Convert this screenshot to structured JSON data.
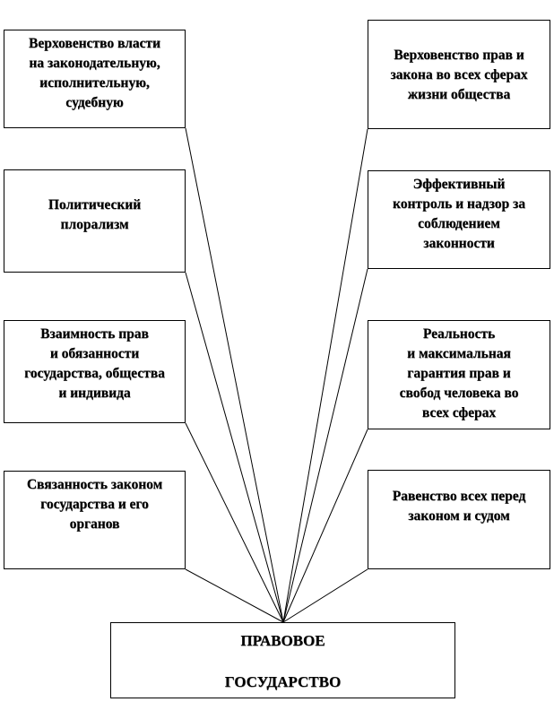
{
  "diagram": {
    "center": {
      "line1": "ПРАВОВОЕ",
      "line2": "ГОСУДАРСТВО"
    },
    "left_boxes": [
      "Верховенство власти\nна законодательную,\nисполнительную,\nсудебную",
      "Политический\nплорализм",
      "Взаимность прав\nи обязанности\nгосударства, общества\nи индивида",
      "Связанность законом\nгосударства и его\nорганов"
    ],
    "right_boxes": [
      "Верховенство прав и\nзакона во всех сферах\nжизни общества",
      "Эффективный\nконтроль и надзор за\nсоблюдением\nзаконности",
      "Реальность\nи максимальная\nгарантия прав и\nсвобод человека во\nвсех сферах",
      "Равенство всех перед\nзаконом и судом"
    ]
  }
}
